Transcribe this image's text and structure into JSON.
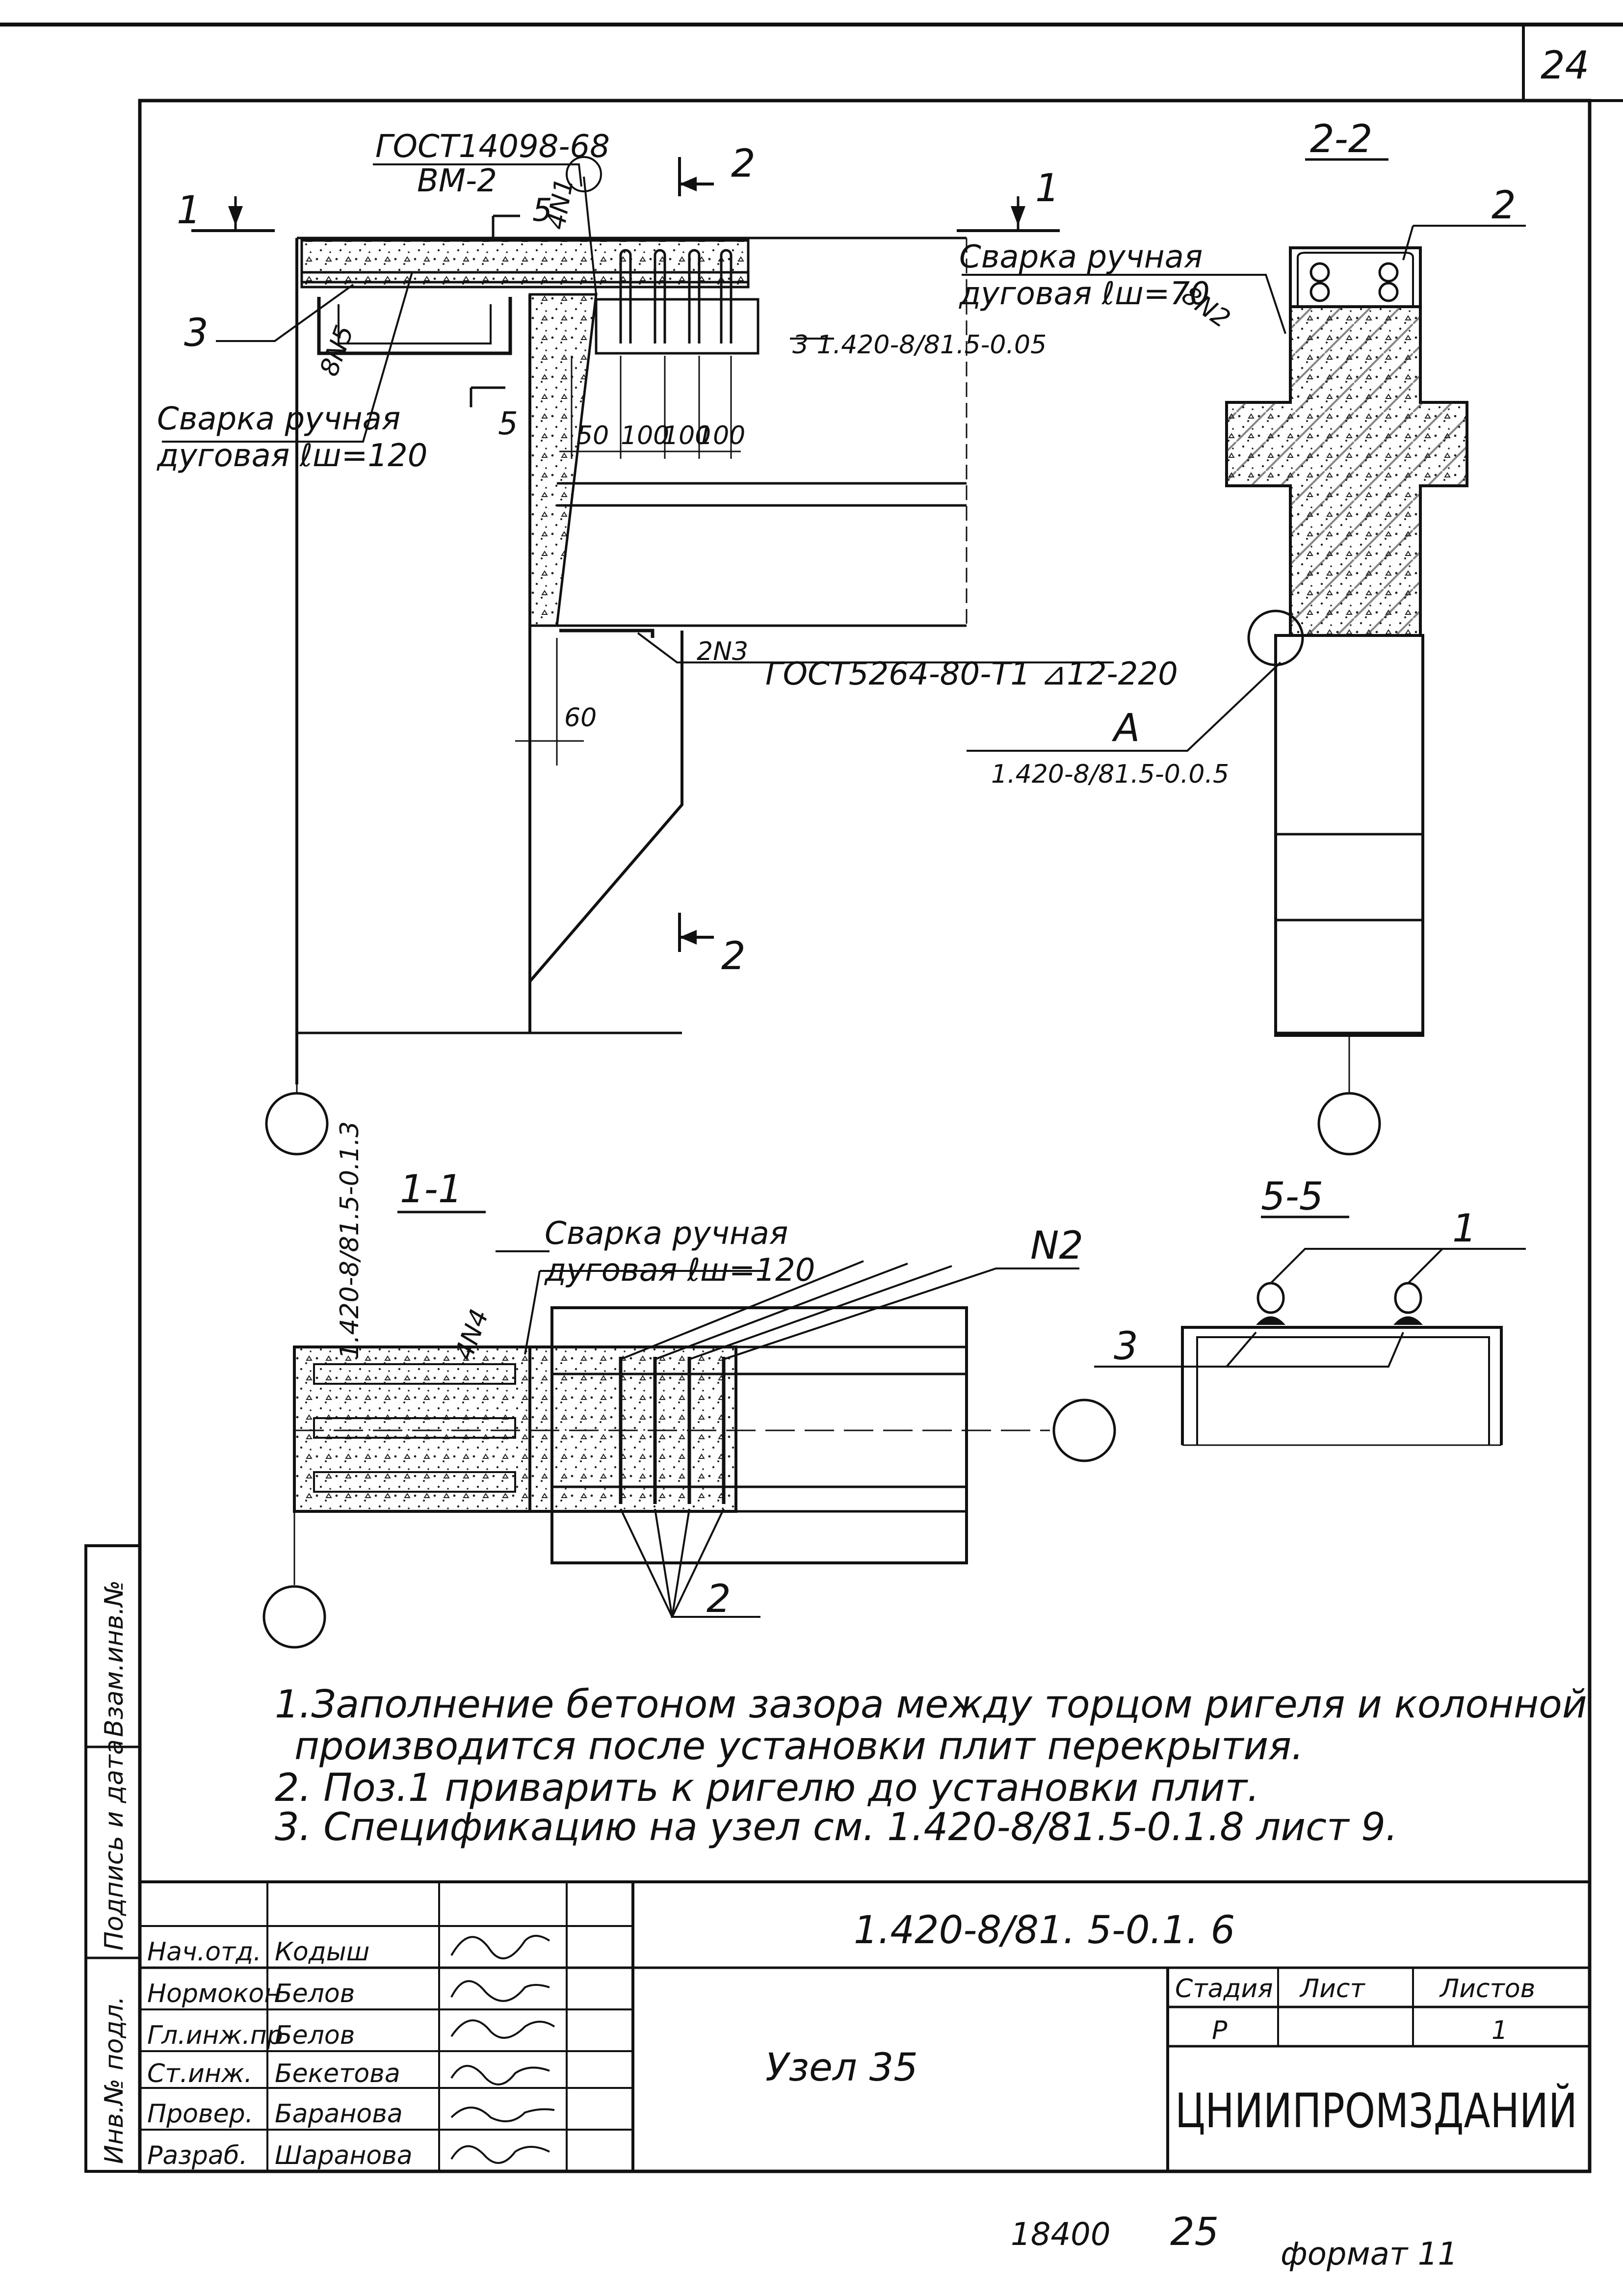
{
  "sheet": {
    "page_number": "24",
    "colors": {
      "ink": "#111111",
      "paper": "#ffffff",
      "concrete": "#dcdcdc"
    }
  },
  "elevation": {
    "section_mark_1_left": "1",
    "section_mark_1_right": "1",
    "section_mark_2_top": "2",
    "section_mark_2_bottom": "2",
    "section_mark_5_top": "5",
    "section_mark_5_bottom": "5",
    "gost_top": "ГОСТ14098-68",
    "weld_symbol": "ВМ-2",
    "weld_top_size": "4N1",
    "position_3": "3",
    "weld_left_size": "8N5",
    "weld_left_label_1": "Сварка ручная",
    "weld_left_label_2": "дуговая ℓш=120",
    "weld_right_label_1": "Сварка ручная",
    "weld_right_label_2": "дуговая ℓш=70",
    "weld_right_size": "8N2",
    "reference_node": "3 1.420-8/81.5-0.05",
    "dims": [
      "50",
      "100",
      "100",
      "100"
    ],
    "dim_bottom": "60",
    "bottom_weld_size": "2N3",
    "bottom_gost": "ГОСТ5264-80-Т1 ⊿12-220"
  },
  "section_2_2": {
    "title": "2-2",
    "position_2": "2",
    "detail_callout": "A",
    "detail_ref": "1.420-8/81.5-0.0.5"
  },
  "section_1_1": {
    "title": "1-1",
    "vertical_ref": "1.420-8/81.5-0.1.3",
    "weld_size": "4N4",
    "weld_label_1": "Сварка ручная",
    "weld_label_2": "дуговая ℓш=120",
    "position_n2": "N2",
    "position_2": "2"
  },
  "section_5_5": {
    "title": "5-5",
    "position_1": "1",
    "position_3": "3"
  },
  "notes": [
    "1.Заполнение бетоном зазора между торцом ригеля и колонной",
    "производится после установки плит перекрытия.",
    "2. Поз.1 приварить к ригелю до установки плит.",
    "3. Спецификацию на узел см. 1.420-8/81.5-0.1.8 лист 9."
  ],
  "side_stamp": {
    "col1": "Взам.инв.№",
    "col2": "Подпись и дата",
    "col3": "Инв.№ подл."
  },
  "title_block": {
    "document_code": "1.420-8/81. 5-0.1. 6",
    "item_name": "Узел 35",
    "stage_header": "Стадия",
    "sheet_header": "Лист",
    "sheets_header": "Листов",
    "stage_value": "Р",
    "sheets_value": "1",
    "organization": "ЦНИИПРОМЗДАНИЙ",
    "people": [
      {
        "role": "Нач.отд.",
        "name": "Кодыш"
      },
      {
        "role": "Нормокон",
        "name": "Белов"
      },
      {
        "role": "Гл.инж.пр",
        "name": "Белов"
      },
      {
        "role": "Ст.инж.",
        "name": "Бекетова"
      },
      {
        "role": "Провер.",
        "name": "Баранова"
      },
      {
        "role": "Разраб.",
        "name": "Шаранова"
      }
    ]
  },
  "footer": {
    "number": "18400",
    "page": "25",
    "format": "формат 11"
  }
}
